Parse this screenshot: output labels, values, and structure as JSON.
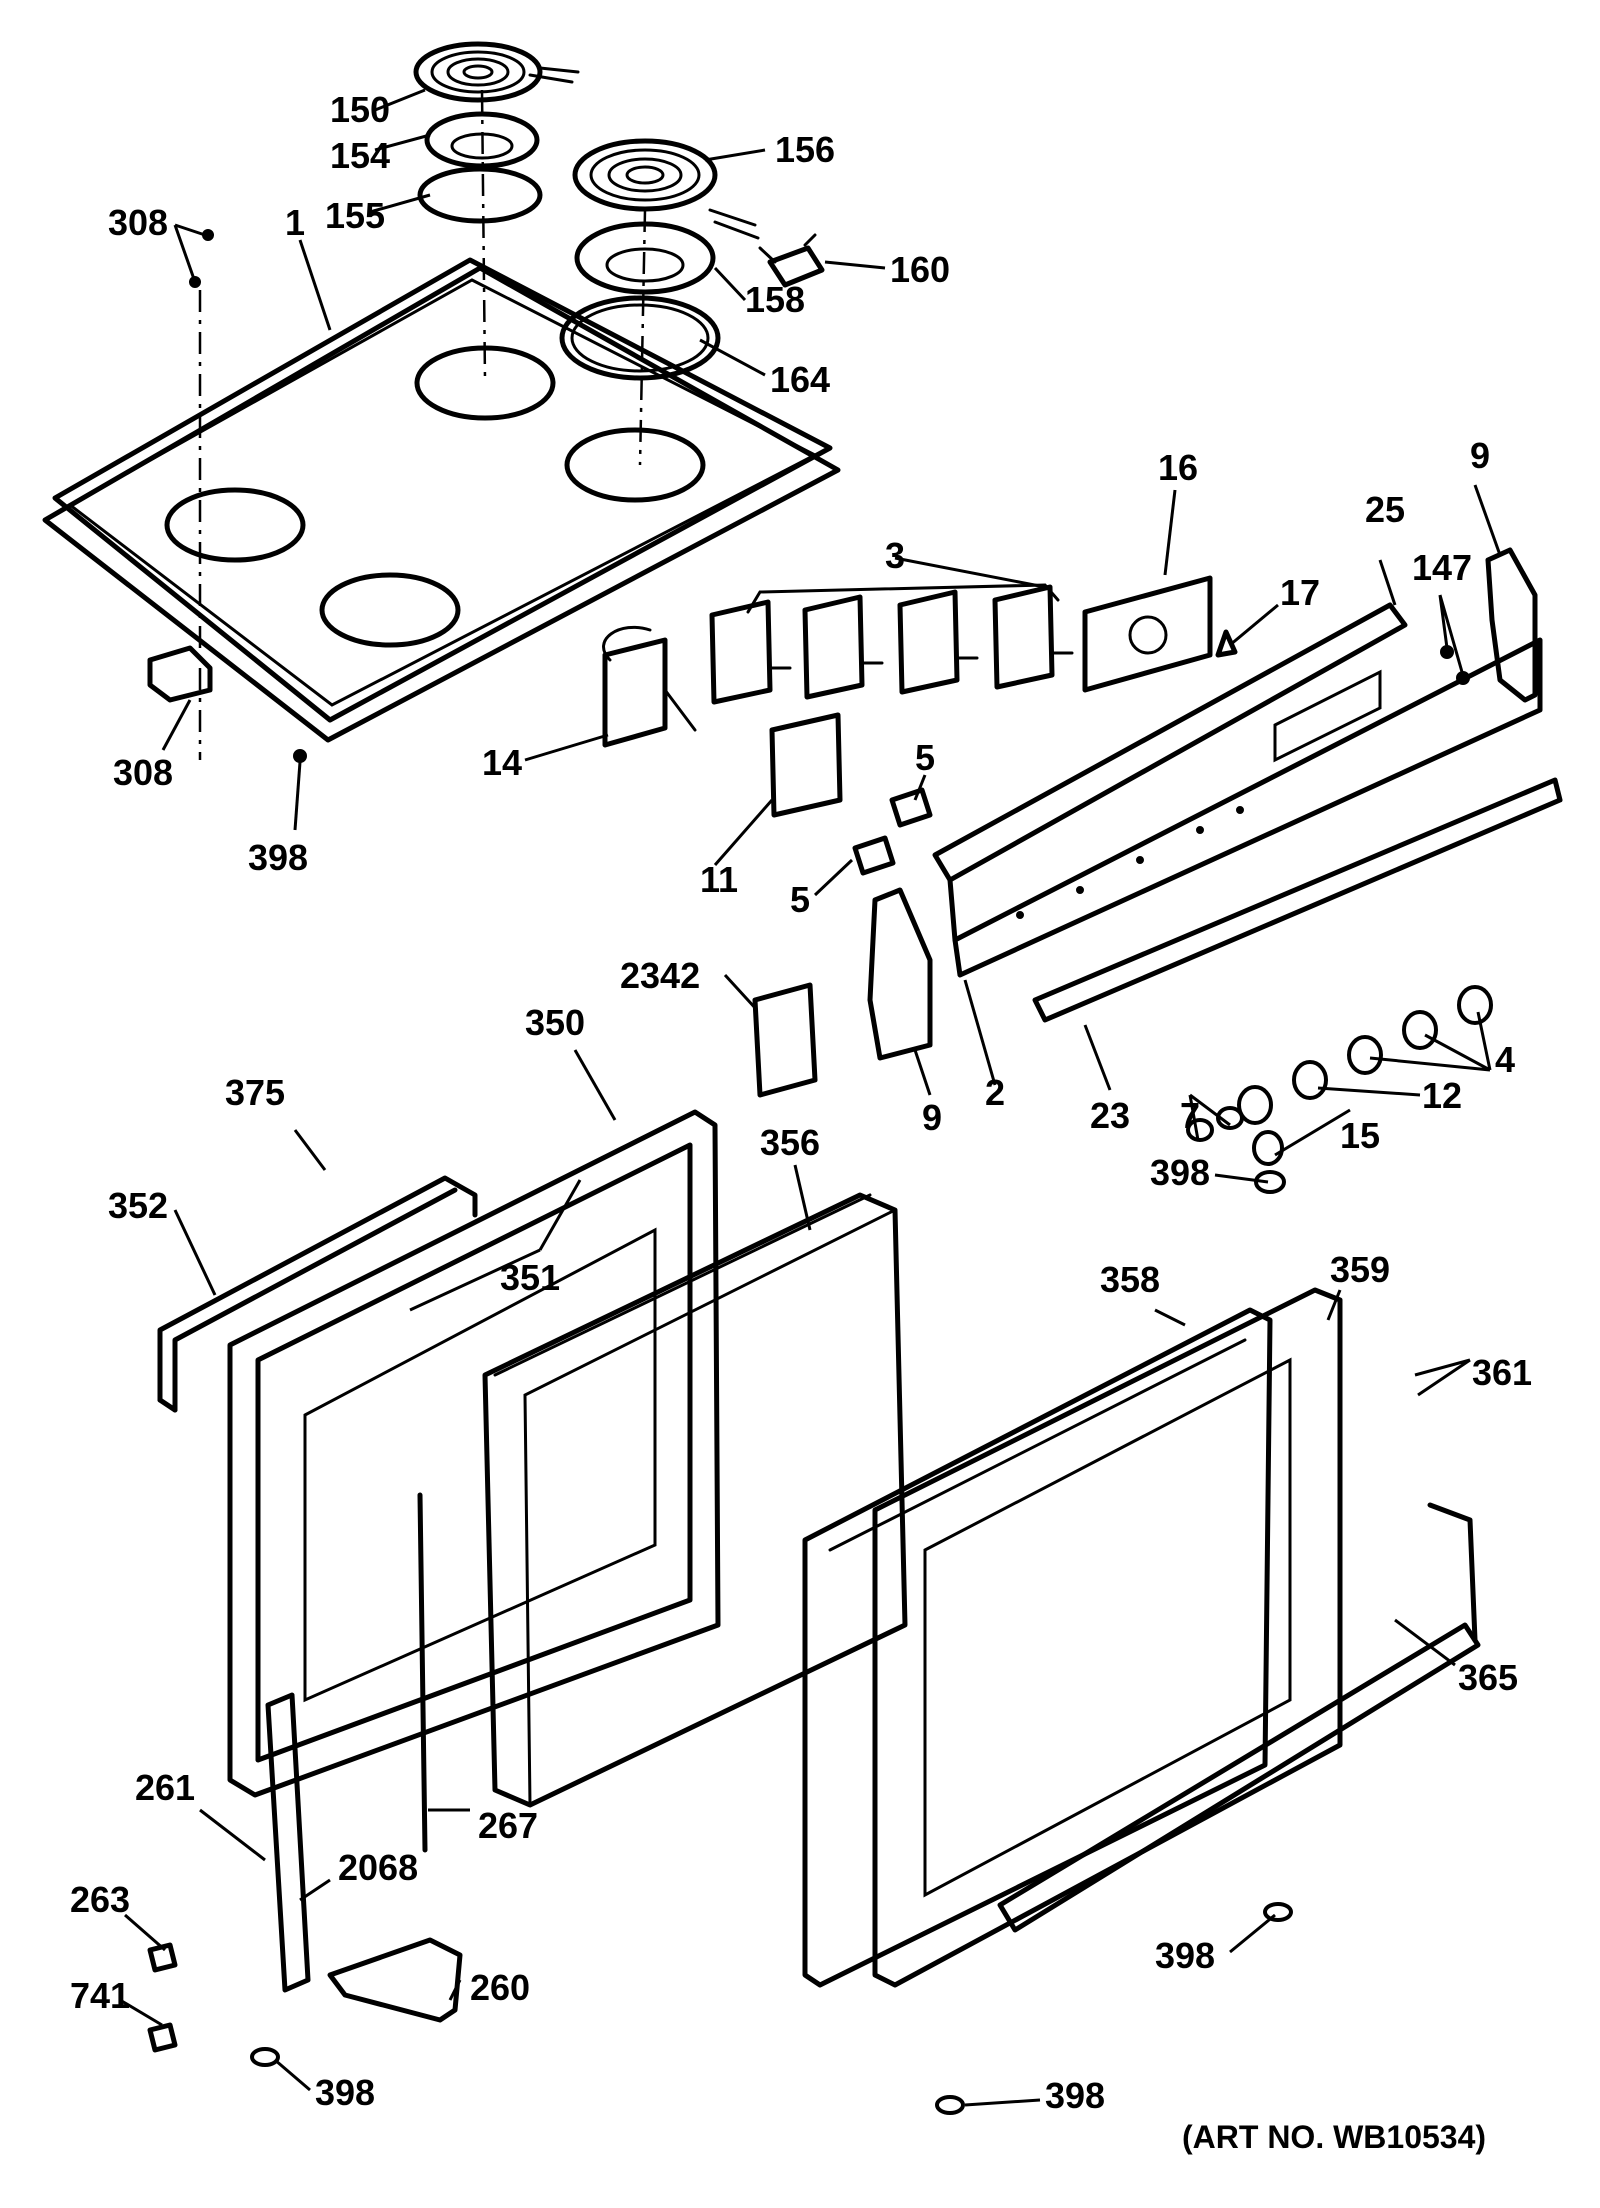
{
  "title": "",
  "art_number": "(ART NO. WB10534)",
  "labels": {
    "p150": "150",
    "p154": "154",
    "p155": "155",
    "p156": "156",
    "p158": "158",
    "p160": "160",
    "p164": "164",
    "p308a": "308",
    "p308b": "308",
    "p1": "1",
    "p398a": "398",
    "p14": "14",
    "p3": "3",
    "p16": "16",
    "p17": "17",
    "p25": "25",
    "p9a": "9",
    "p147": "147",
    "p11": "11",
    "p5a": "5",
    "p5b": "5",
    "p2342": "2342",
    "p9b": "9",
    "p2": "2",
    "p23": "23",
    "p7": "7",
    "p15": "15",
    "p12": "12",
    "p4": "4",
    "p375": "375",
    "p350": "350",
    "p352": "352",
    "p351": "351",
    "p356": "356",
    "p398b": "398",
    "p358": "358",
    "p359": "359",
    "p361": "361",
    "p365": "365",
    "p261": "261",
    "p2068": "2068",
    "p267": "267",
    "p263": "263",
    "p260": "260",
    "p741": "741",
    "p398c": "398",
    "p398d": "398",
    "p398e": "398"
  }
}
